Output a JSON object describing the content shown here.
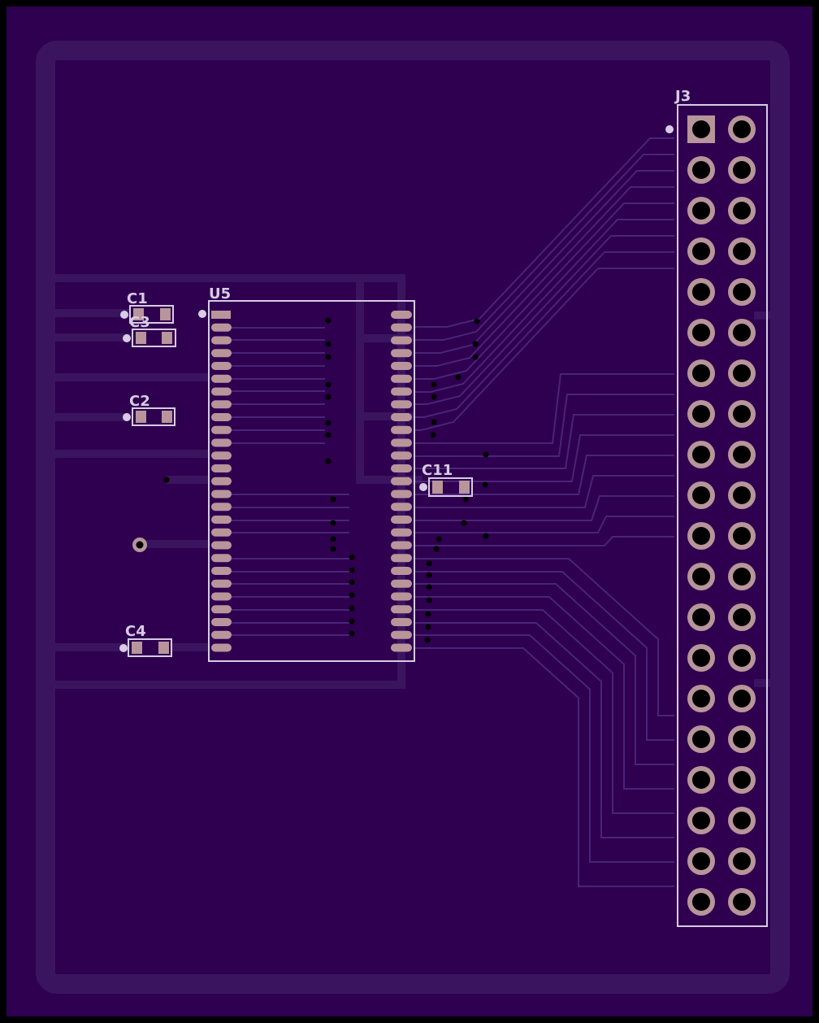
{
  "board": {
    "colors": {
      "substrate": "#2e004f",
      "pour_outline": "#3b1460",
      "trace": "#4a2478",
      "silkscreen": "#d8cbe6",
      "pad": "#b8959a",
      "drill": "#000000"
    }
  },
  "components": {
    "c1": "C1",
    "c3": "C3",
    "c2": "C2",
    "c4": "C4",
    "c11": "C11",
    "u5": "U5",
    "j3": "J3"
  },
  "u5_pins_per_side": 27,
  "j3_rows": 20,
  "j3_columns": 2
}
